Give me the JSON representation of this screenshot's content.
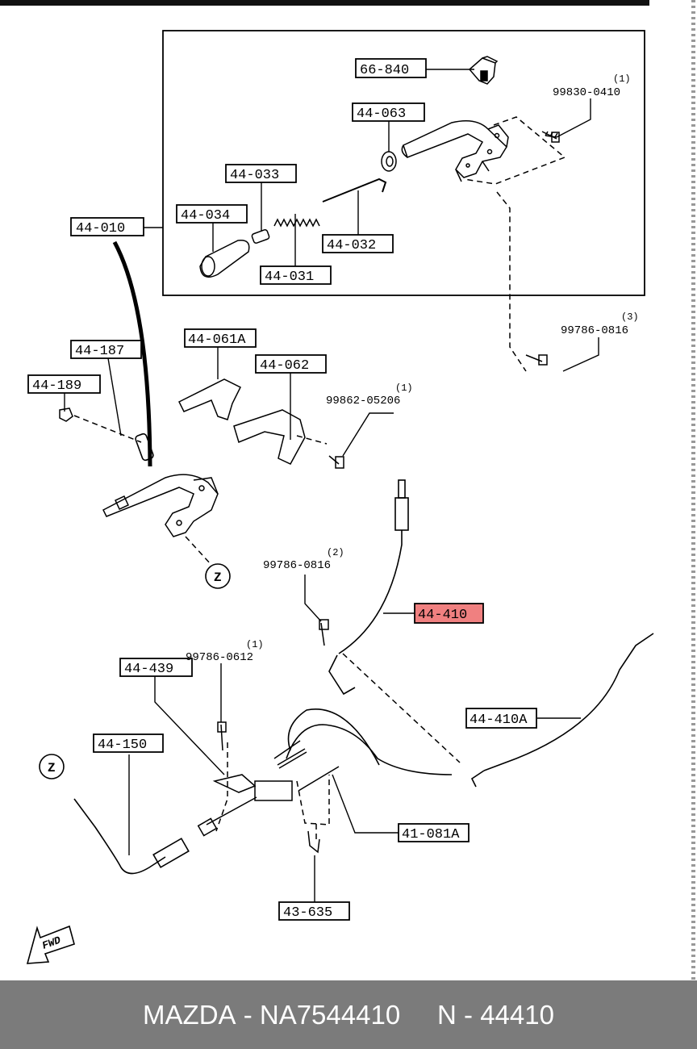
{
  "parts": {
    "p66_840": "66-840",
    "p44_063": "44-063",
    "p44_033": "44-033",
    "p44_034": "44-034",
    "p44_010": "44-010",
    "p44_032": "44-032",
    "p44_031": "44-031",
    "p44_061a": "44-061A",
    "p44_062": "44-062",
    "p44_187": "44-187",
    "p44_189": "44-189",
    "p44_410": "44-410",
    "p44_410a": "44-410A",
    "p44_439": "44-439",
    "p44_150": "44-150",
    "p41_081a": "41-081A",
    "p43_635": "43-635"
  },
  "refs": {
    "r1_code": "99830-0410",
    "r1_qty": "(1)",
    "r2_code": "99786-0816",
    "r2_qty": "(3)",
    "r3_code": "99862-05206",
    "r3_qty": "(1)",
    "r4_code": "99786-0816",
    "r4_qty": "(2)",
    "r5_code": "99786-0612",
    "r5_qty": "(1)"
  },
  "markers": {
    "z_top": "Z",
    "z_left": "Z",
    "fwd": "FWD"
  },
  "highlight_color": "#f08080",
  "footer": {
    "brand": "MAZDA",
    "sep": " - ",
    "partno": "NA7544410",
    "gap": "     ",
    "code": "N - 44410"
  }
}
